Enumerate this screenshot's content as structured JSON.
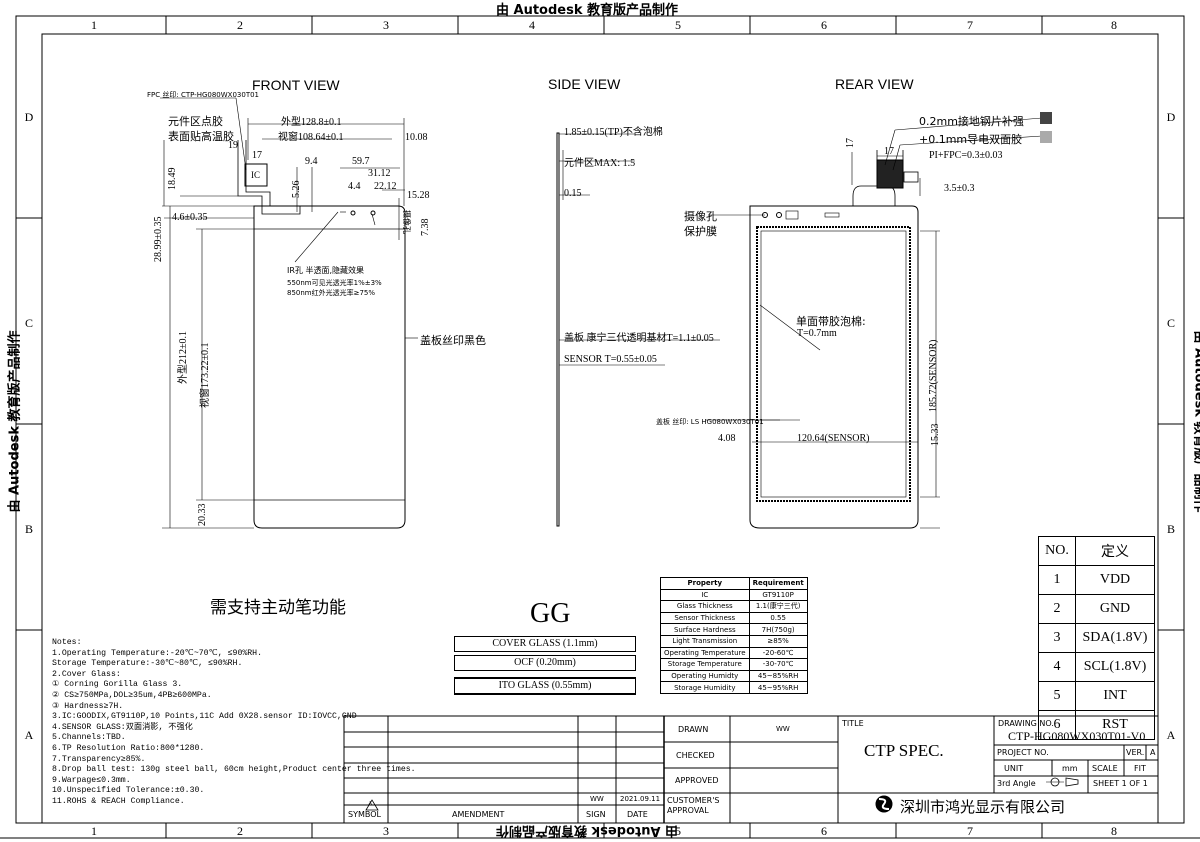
{
  "watermark": "由 Autodesk 教育版产品制作",
  "grid": {
    "columns": [
      "1",
      "2",
      "3",
      "4",
      "5",
      "6",
      "7",
      "8"
    ],
    "rows": [
      "D",
      "C",
      "B",
      "A"
    ]
  },
  "views": {
    "front": "FRONT VIEW",
    "side": "SIDE VIEW",
    "rear": "REAR VIEW"
  },
  "front_dims": {
    "fpc_note": "FPC 丝印: CTP-HG080WX030T01",
    "component_label_1": "元件区点胶",
    "component_label_2": "表面贴高温胶",
    "outer_width": "外型128.8±0.1",
    "view_width": "视窗108.64±0.1",
    "d_10_08": "10.08",
    "d_19": "19",
    "d_17": "17",
    "ic": "IC",
    "d_9_4": "9.4",
    "d_59_7": "59.7",
    "d_31_12": "31.12",
    "d_18_49": "18.49",
    "d_5_26": "5.26",
    "d_4_4": "4.4",
    "d_22_12": "22.12",
    "d_15_28": "15.28",
    "d_28_99": "28.99±0.35",
    "d_4_6": "4.6±0.35",
    "d_7_38": "7.38",
    "ir_note_1": "IR孔 半透面,隐藏效果",
    "ir_note_2": "550nm可见光透光率1%±3%",
    "ir_note_3": "850nm红外光透光率≥75%",
    "cover_print": "盖板丝印黑色",
    "outer_height": "外型212±0.1",
    "view_height": "视窗173.22±0.1",
    "d_20_33": "20.33",
    "camera_hole": "摄像孔",
    "gg_text": "需支持主动笔功能"
  },
  "side_dims": {
    "thickness": "1.85±0.15(TP)不含泡棉",
    "comp_area": "元件区MAX: 1.5",
    "d_0_15": "0.15",
    "cover": "盖板 康宁三代透明基材T=1.1±0.05",
    "sensor": "SENSOR T=0.55±0.05"
  },
  "rear_dims": {
    "stiffener": "0.2mm接地钢片补强",
    "tape": "+0.1mm导电双面胶",
    "pi_fpc": "PI+FPC=0.3±0.03",
    "d_17a": "17",
    "d_17b": "17",
    "d_3_5": "3.5±0.3",
    "camera_1": "摄像孔",
    "camera_2": "保护膜",
    "foam_1": "单面带胶泡棉:",
    "foam_2": "T=0.7mm",
    "sensor_h": "185.72(SENSOR)",
    "cover_print": "盖板 丝印: LS HG080WX030T01",
    "d_4_08": "4.08",
    "sensor_w": "120.64(SENSOR)",
    "d_15_33": "15.33"
  },
  "gg_label": "GG",
  "stackup": [
    "COVER GLASS (1.1mm)",
    "OCF (0.20mm)",
    "ITO GLASS (0.55mm)"
  ],
  "property_table": {
    "headers": [
      "Property",
      "Requirement"
    ],
    "rows": [
      [
        "IC",
        "GT9110P"
      ],
      [
        "Glass Thickness",
        "1.1(康宁三代)"
      ],
      [
        "Sensor Thickness",
        "0.55"
      ],
      [
        "Surface Hardness",
        "7H(750g)"
      ],
      [
        "Light Transmission",
        "≥85%"
      ],
      [
        "Operating Temperature",
        "-20-60℃"
      ],
      [
        "Storage Temperature",
        "-30-70℃"
      ],
      [
        "Operating Humidty",
        "45~85%RH"
      ],
      [
        "Storage Humidity",
        "45~95%RH"
      ]
    ]
  },
  "pin_table": {
    "headers": [
      "NO.",
      "定义"
    ],
    "rows": [
      [
        "1",
        "VDD"
      ],
      [
        "2",
        "GND"
      ],
      [
        "3",
        "SDA(1.8V)"
      ],
      [
        "4",
        "SCL(1.8V)"
      ],
      [
        "5",
        "INT"
      ],
      [
        "6",
        "RST"
      ]
    ]
  },
  "notes": [
    "Notes:",
    "1.Operating Temperature:-20℃~70℃, ≤90%RH.",
    "  Storage Temperature:-30℃~80℃, ≤90%RH.",
    "2.Cover Glass:",
    "  ① Corning Gorilla Glass 3.",
    "  ② CS≥750MPa,DOL≥35um,4PB≥600MPa.",
    "  ③ Hardness≥7H.",
    "3.IC:GOODIX,GT9110P,10 Points,11C Add 0X28.sensor ID:IOVCC,GND",
    "4.SENSOR GLASS:双面消影, 不强化",
    "5.Channels:TBD.",
    "6.TP Resolution Ratio:800*1280.",
    "7.Transparency≥85%.",
    "8.Drop ball test: 130g steel ball, 60cm height,Product center three times.",
    "9.Warpage≤0.3mm.",
    "10.Unspecified Tolerance:±0.30.",
    "11.ROHS & REACH Compliance."
  ],
  "title_block": {
    "symbol_mark": "A",
    "symbol": "SYMBOL",
    "amendment": "AMENDMENT",
    "sign": "SIGN",
    "date": "DATE",
    "rev_sign": "WW",
    "rev_date": "2021.09.11",
    "drawn": "DRAWN",
    "drawn_by": "WW",
    "checked": "CHECKED",
    "approved": "APPROVED",
    "customer": "CUSTOMER'S",
    "approval": "APPROVAL",
    "title_label": "TITLE",
    "title": "CTP SPEC.",
    "drawing_no_label": "DRAWING NO.",
    "drawing_no": "CTP-HG080WX030T01-V0",
    "project_no": "PROJECT NO.",
    "ver_label": "VER.",
    "ver": "A",
    "unit_label": "UNIT",
    "unit": "mm",
    "scale_label": "SCALE",
    "scale": "FIT",
    "angle": "3rd Angle",
    "sheet": "SHEET 1 OF 1",
    "company": "深圳市鸿光显示有限公司"
  }
}
